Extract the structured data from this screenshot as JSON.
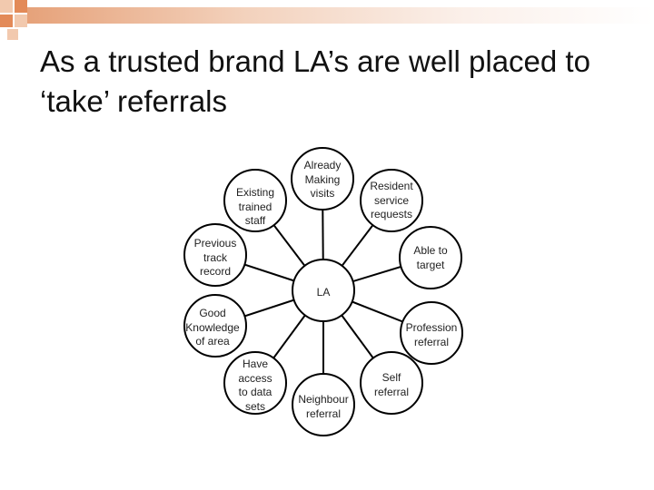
{
  "slide": {
    "title": "As a trusted brand LA’s are well placed to ‘take’ referrals"
  },
  "diagram": {
    "center": "LA",
    "nodes": [
      {
        "id": "already-making-visits",
        "label": "Already\nMaking\nvisits"
      },
      {
        "id": "resident-service-requests",
        "label": "Resident\nservice\nrequests"
      },
      {
        "id": "able-to-target",
        "label": "Able to\ntarget"
      },
      {
        "id": "profession-referral",
        "label": "Profession\nreferral"
      },
      {
        "id": "self-referral",
        "label": "Self\nreferral"
      },
      {
        "id": "neighbour-referral",
        "label": "Neighbour\nreferral"
      },
      {
        "id": "have-access-to-data-sets",
        "label": "Have\naccess\nto data\nsets"
      },
      {
        "id": "good-knowledge-of-area",
        "label": "Good\nKnowledge\nof area"
      },
      {
        "id": "previous-track-record",
        "label": "Previous\ntrack\nrecord"
      },
      {
        "id": "existing-trained-staff",
        "label": "Existing\ntrained\nstaff"
      }
    ]
  },
  "colors": {
    "accent": "#d9622b",
    "line": "#000000",
    "circle_fill": "#ffffff"
  }
}
